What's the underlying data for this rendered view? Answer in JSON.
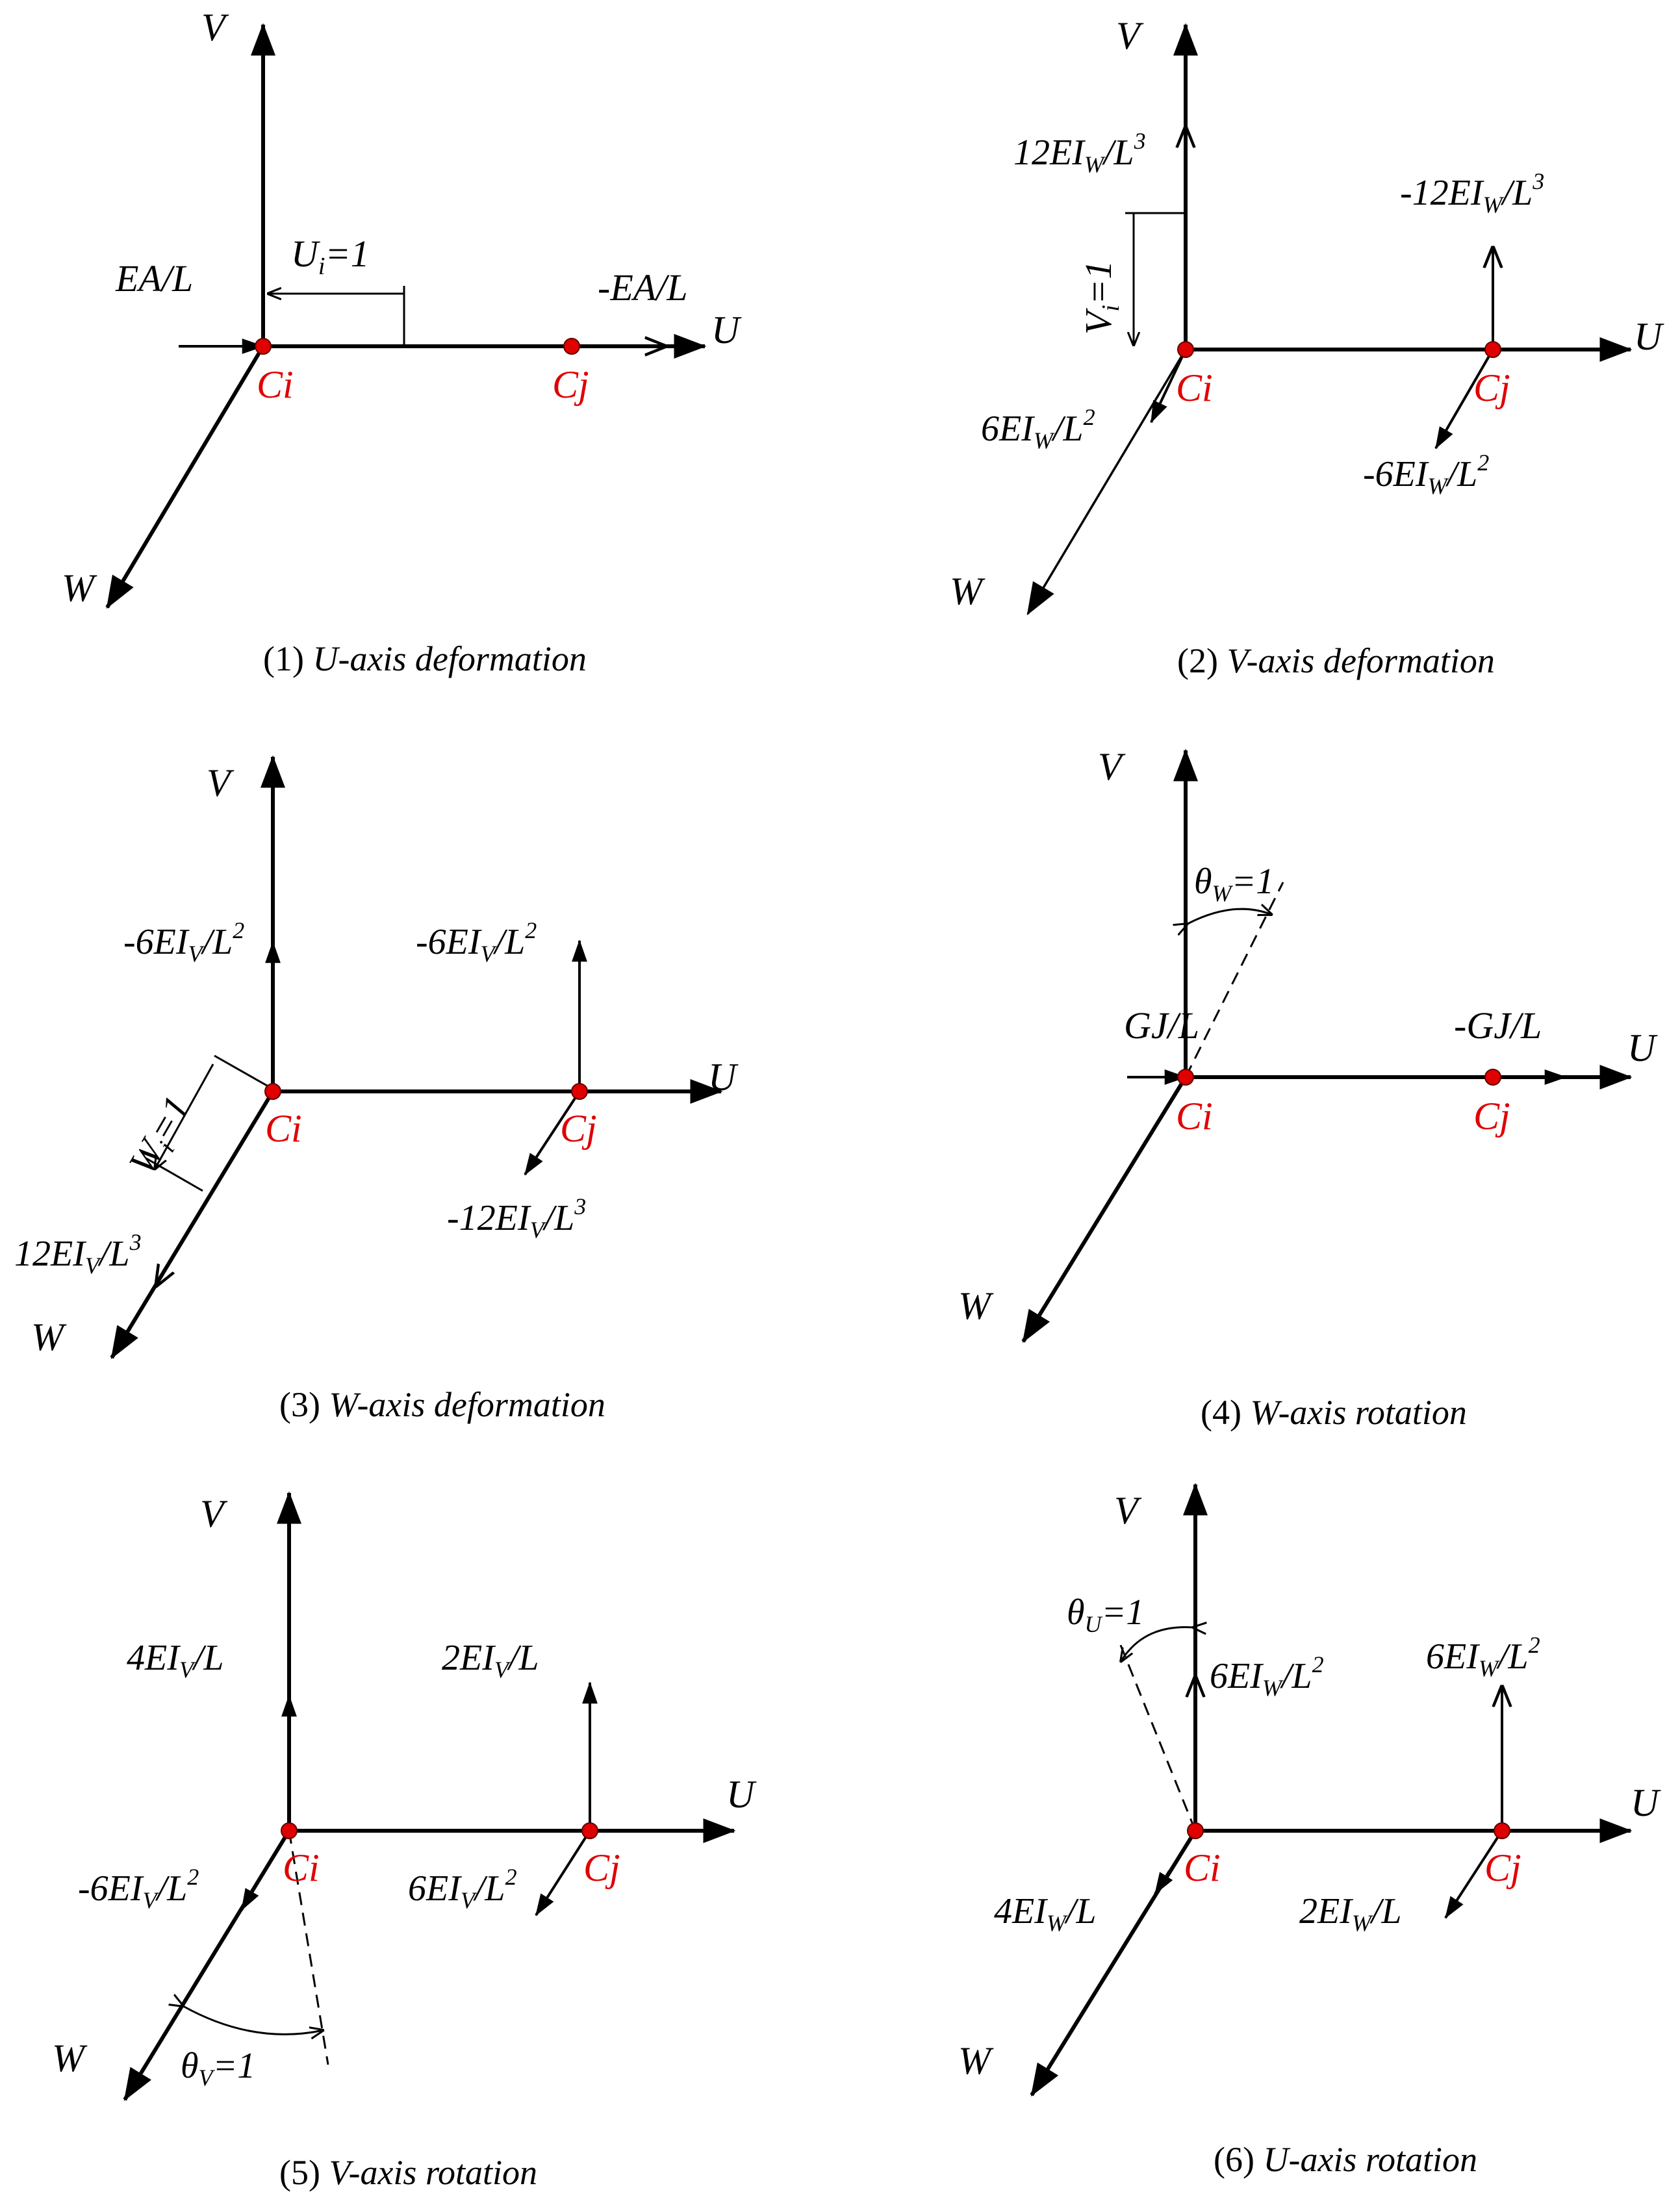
{
  "axis_labels": {
    "u": "U",
    "v": "V",
    "w": "W"
  },
  "node_labels": {
    "ci": "Ci",
    "cj": "Cj"
  },
  "panels": [
    {
      "number": "(1)",
      "title": "U-axis deformation",
      "labels": {
        "ci_force": "EA/L",
        "cj_force": "-EA/L",
        "disp_base": "U",
        "disp_sub": "i",
        "disp_val": "=1"
      }
    },
    {
      "number": "(2)",
      "title": "V-axis deformation",
      "labels": {
        "ci_shear_a": "12EI",
        "ci_shear_s": "W",
        "ci_shear_b": "/L",
        "ci_shear_e": "3",
        "cj_shear_a": "-12EI",
        "cj_shear_s": "W",
        "cj_shear_b": "/L",
        "cj_shear_e": "3",
        "ci_mom_a": "6EI",
        "ci_mom_s": "W",
        "ci_mom_b": "/L",
        "ci_mom_e": "2",
        "cj_mom_a": "-6EI",
        "cj_mom_s": "W",
        "cj_mom_b": "/L",
        "cj_mom_e": "2",
        "disp_base": "V",
        "disp_sub": "i",
        "disp_val": "=1"
      }
    },
    {
      "number": "(3)",
      "title": "W-axis deformation",
      "labels": {
        "ci_mom_a": "-6EI",
        "ci_mom_s": "V",
        "ci_mom_b": "/L",
        "ci_mom_e": "2",
        "cj_mom_a": "-6EI",
        "cj_mom_s": "V",
        "cj_mom_b": "/L",
        "cj_mom_e": "2",
        "ci_shear_a": "12EI",
        "ci_shear_s": "V",
        "ci_shear_b": "/L",
        "ci_shear_e": "3",
        "cj_shear_a": "-12EI",
        "cj_shear_s": "V",
        "cj_shear_b": "/L",
        "cj_shear_e": "3",
        "disp_base": "W",
        "disp_sub": "i",
        "disp_val": "=1"
      }
    },
    {
      "number": "(4)",
      "title": "W-axis rotation",
      "labels": {
        "ci_force": "GJ/L",
        "cj_force": "-GJ/L",
        "rot_base": "θ",
        "rot_sub": "W",
        "rot_val": "=1"
      }
    },
    {
      "number": "(5)",
      "title": "V-axis rotation",
      "labels": {
        "ci_mom_a": "4EI",
        "ci_mom_s": "V",
        "ci_mom_b": "/L",
        "cj_mom_a": "2EI",
        "cj_mom_s": "V",
        "cj_mom_b": "/L",
        "ci_w_a": "-6EI",
        "ci_w_s": "V",
        "ci_w_b": "/L",
        "ci_w_e": "2",
        "cj_w_a": "6EI",
        "cj_w_s": "V",
        "cj_w_b": "/L",
        "cj_w_e": "2",
        "rot_base": "θ",
        "rot_sub": "V",
        "rot_val": "=1"
      }
    },
    {
      "number": "(6)",
      "title": "U-axis rotation",
      "labels": {
        "ci_v_a": "6EI",
        "ci_v_s": "W",
        "ci_v_b": "/L",
        "ci_v_e": "2",
        "cj_v_a": "6EI",
        "cj_v_s": "W",
        "cj_v_b": "/L",
        "cj_v_e": "2",
        "ci_w_a": "4EI",
        "ci_w_s": "W",
        "ci_w_b": "/L",
        "cj_w_a": "2EI",
        "cj_w_s": "W",
        "cj_w_b": "/L",
        "rot_base": "θ",
        "rot_sub": "U",
        "rot_val": "=1"
      }
    }
  ]
}
